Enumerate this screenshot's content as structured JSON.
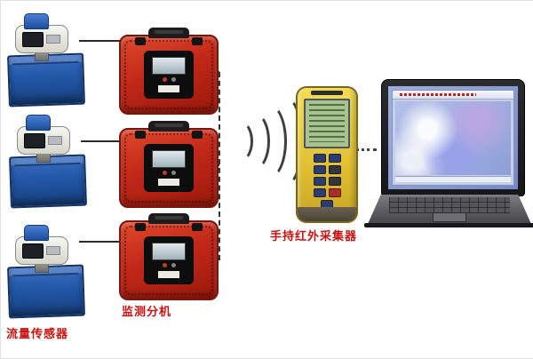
{
  "labels": {
    "flow_sensor": "流量传感器",
    "monitor_unit": "监测分机",
    "handheld_collector": "手持红外采集器"
  },
  "components": {
    "flow_sensor_count": 3,
    "monitor_unit_count": 3,
    "wireless_arc_count": 4
  },
  "colors": {
    "label_text": "#cc1111",
    "monitor_case_red": "#c22818",
    "sensor_tank_blue": "#2257a8",
    "transmitter_cap_blue": "#2a5fb8",
    "handheld_body_yellow": "#e3c235",
    "handheld_lcd_green": "#a9c38f",
    "laptop_screen_blue": "#8ea6d8"
  }
}
